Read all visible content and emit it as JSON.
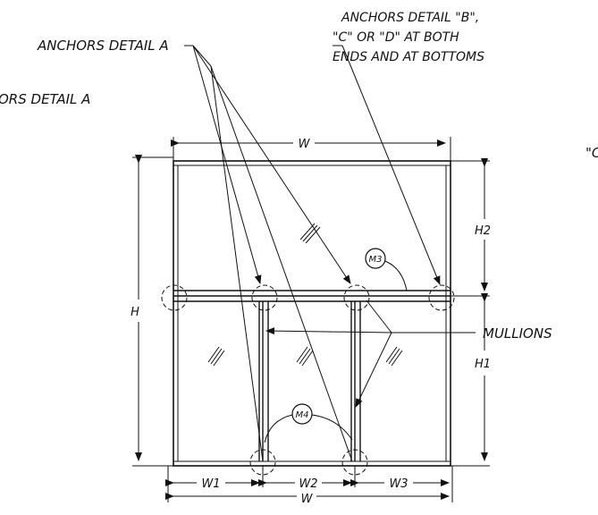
{
  "labels": {
    "anchors_a": "ANCHORS DETAIL A",
    "anchors_a_cut": "ORS DETAIL A",
    "anchors_bcd_line1": "ANCHORS DETAIL \"B\",",
    "anchors_bcd_line2": "\"C\" OR \"D\" AT BOTH",
    "anchors_bcd_line3": "ENDS AND AT BOTTOMS",
    "right_cut": "\"C",
    "mullions": "MULLIONS"
  },
  "callouts": {
    "m3": "M3",
    "m4": "M4"
  },
  "dimensions": {
    "w_top": "W",
    "w_bottom": "W",
    "w1": "W1",
    "w2": "W2",
    "w3": "W3",
    "h": "H",
    "h1": "H1",
    "h2": "H2"
  }
}
